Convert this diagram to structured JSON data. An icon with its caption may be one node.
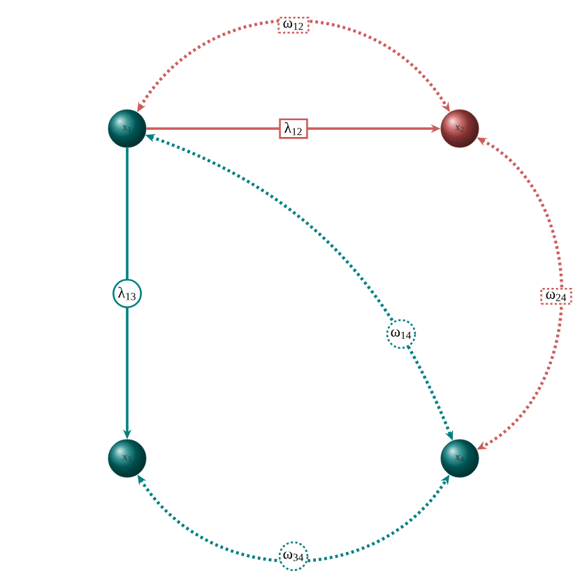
{
  "diagram": {
    "nodes": [
      {
        "text": [
          "x$_{1}$"
        ]
      },
      {
        "text": [
          "x$_{2}$"
        ]
      },
      {
        "text": [
          "x$_{3}$"
        ]
      },
      {
        "text": [
          "x$_{4}$"
        ]
      }
    ],
    "edges": [
      {
        "from": 0,
        "to": 1,
        "arrow": "to",
        "label": "λ$_{12}$",
        "color": "#cd5c5c"
      },
      {
        "from": 0,
        "to": 2,
        "arrow": "to",
        "label": "λ$_{13}$",
        "color": "#008080"
      },
      {
        "from": 0,
        "to": 1,
        "arrow": "both",
        "label": "ω$_{12}$",
        "style": "dashed",
        "color": "#cd5c5c"
      },
      {
        "from": 1,
        "to": 3,
        "arrow": "both",
        "label": "ω$_{24}$",
        "style": "dashed",
        "color": "#cd5c5c"
      },
      {
        "from": 0,
        "to": 3,
        "arrow": "both",
        "label": "ω$_{14}$",
        "style": "dashed",
        "color": "#008080"
      },
      {
        "from": 2,
        "to": 3,
        "arrow": "both",
        "label": "ω$_{34}$",
        "style": "dashed",
        "color": "#008080"
      }
    ]
  }
}
